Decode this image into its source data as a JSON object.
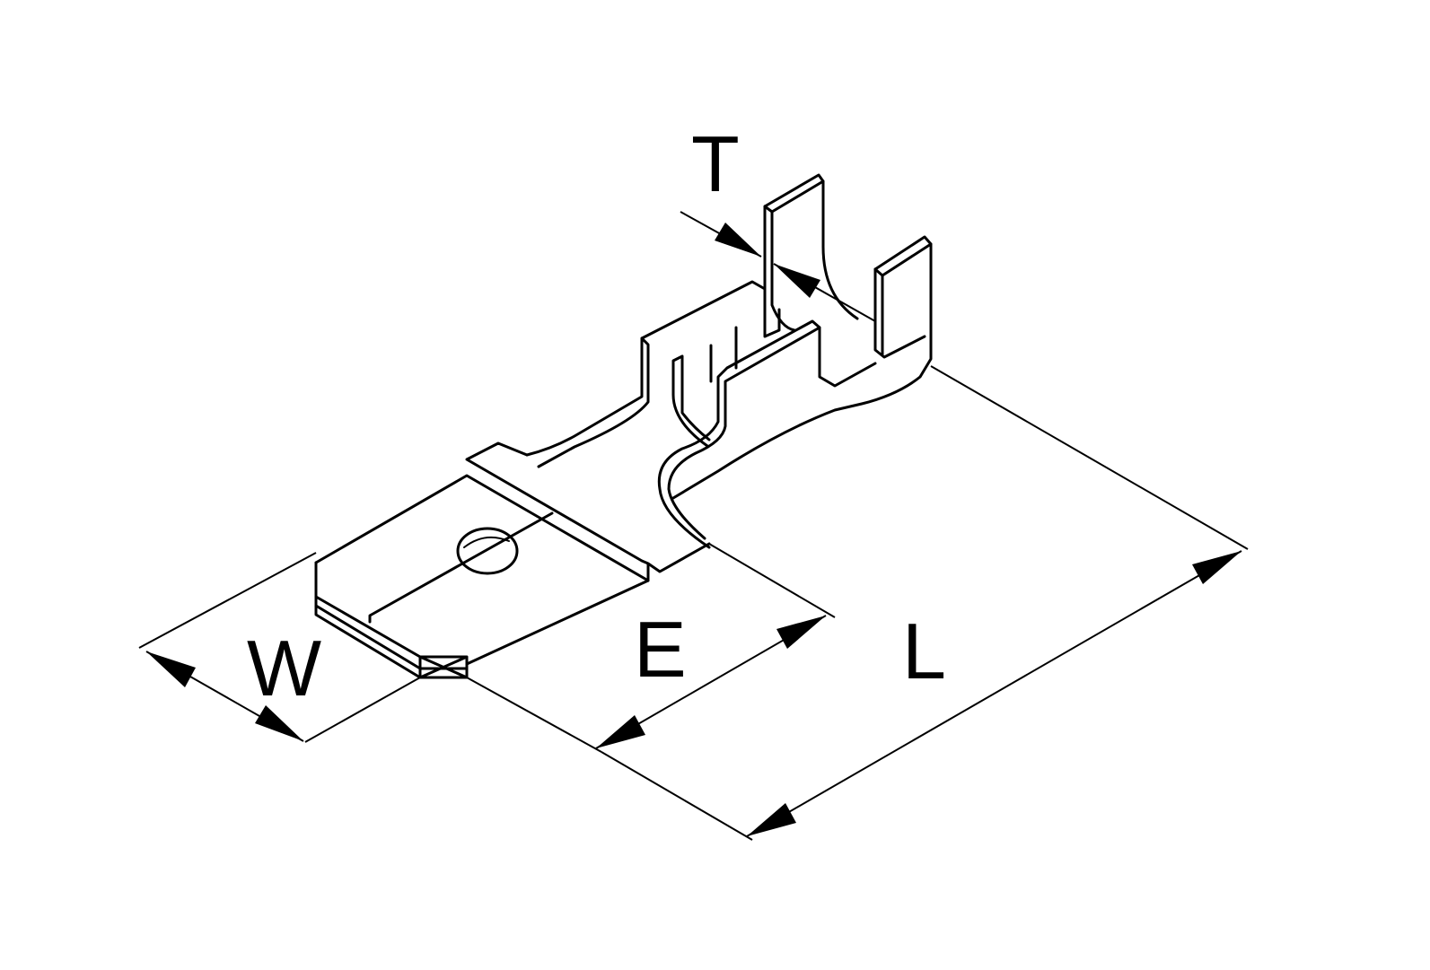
{
  "drawing": {
    "labels": {
      "thickness": "T",
      "width": "W",
      "tab_length": "E",
      "overall_length": "L"
    },
    "colors": {
      "line": "#000000",
      "background": "#ffffff"
    }
  }
}
